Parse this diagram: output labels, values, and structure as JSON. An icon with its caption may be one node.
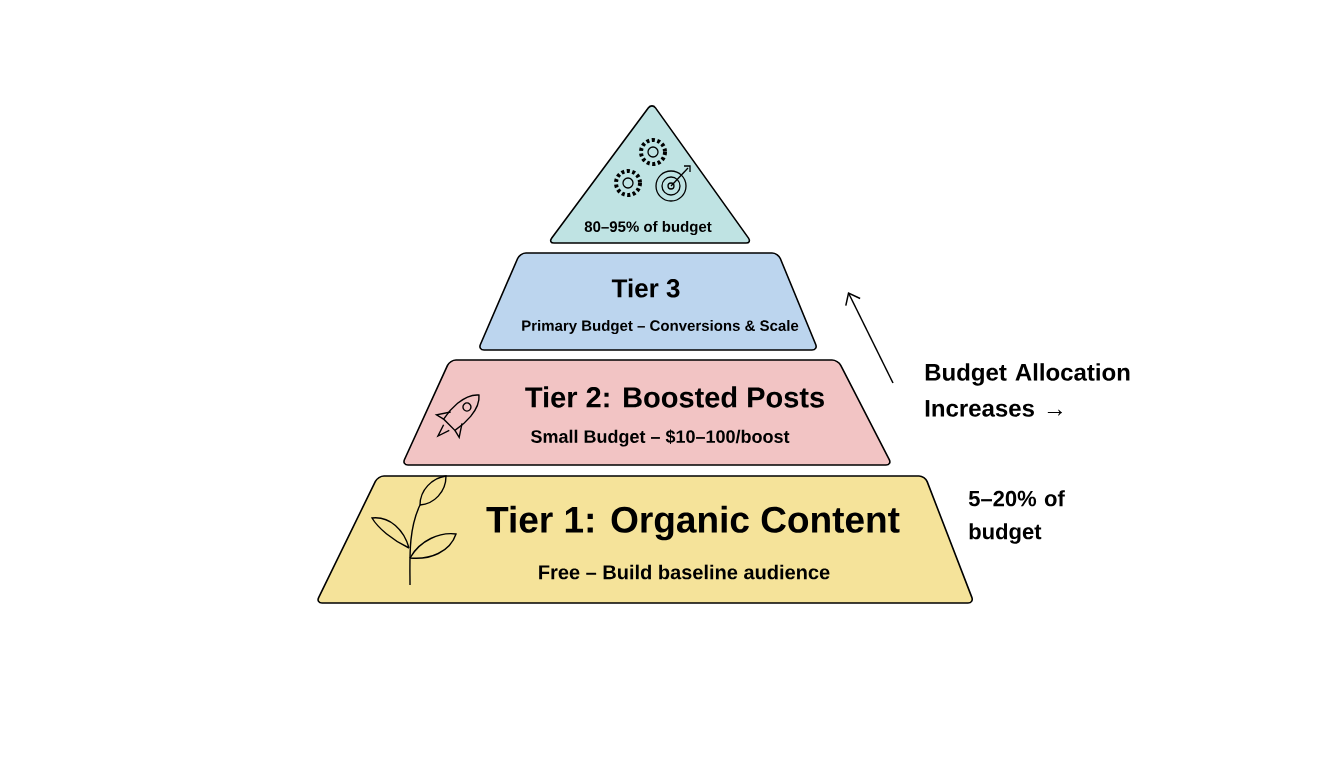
{
  "diagram": {
    "nodes": [
      {
        "text": [
          "80–95% of budget"
        ]
      },
      {
        "text": [
          "Tier 3",
          "Primary Budget – Conversions & Scale"
        ]
      },
      {
        "text": [
          "Tier 2: Boosted Posts",
          "Small Budget – $10–100/boost"
        ]
      },
      {
        "text": [
          "Tier 1: Organic Content",
          "Free – Build baseline audience"
        ]
      }
    ],
    "labels": [
      "Budget Allocation Increases →",
      "5–20% of budget"
    ]
  }
}
